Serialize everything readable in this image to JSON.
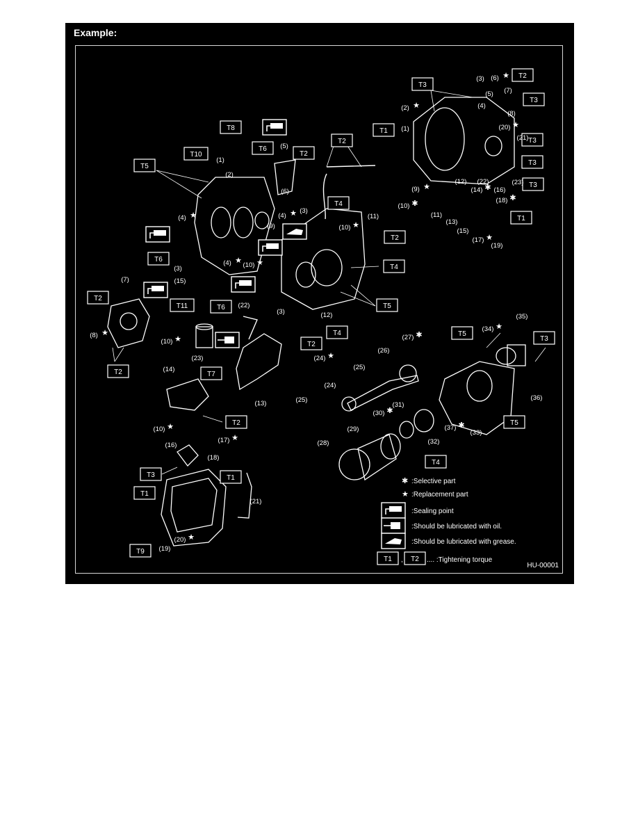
{
  "figure": {
    "title": "Example:",
    "diagram_code": "HU-00001",
    "colors": {
      "background": "#000000",
      "line": "#ffffff",
      "page": "#ffffff"
    }
  },
  "torque_labels": [
    "T1",
    "T2",
    "T3",
    "T4",
    "T5",
    "T6",
    "T7",
    "T8",
    "T9",
    "T10",
    "T11"
  ],
  "legend": {
    "selective_symbol": "✱",
    "selective_text": ":Selective part",
    "replacement_symbol": "★",
    "replacement_text": ":Replacement part",
    "sealing_text": ":Sealing point",
    "oil_text": ":Should be lubricated with oil.",
    "grease_text": ":Should be lubricated with grease.",
    "torque_a": "T1",
    "torque_sep": ",",
    "torque_b": "T2",
    "torque_text": ".... :Tightening torque",
    "icons": {
      "sealing": "sealant-tube-icon",
      "oil": "oil-can-icon",
      "grease": "grease-gun-icon"
    }
  },
  "part_labels": [
    "(1)",
    "(2)",
    "(3)",
    "(4)",
    "(5)",
    "(6)",
    "(7)",
    "(8)",
    "(9)",
    "(10)",
    "(11)",
    "(12)",
    "(13)",
    "(14)",
    "(15)",
    "(16)",
    "(17)",
    "(18)",
    "(19)",
    "(20)",
    "(21)",
    "(22)",
    "(23)",
    "(24)",
    "(25)",
    "(26)",
    "(27)",
    "(28)",
    "(29)",
    "(30)",
    "(31)",
    "(32)",
    "(33)",
    "(34)",
    "(35)",
    "(36)",
    "(37)"
  ]
}
